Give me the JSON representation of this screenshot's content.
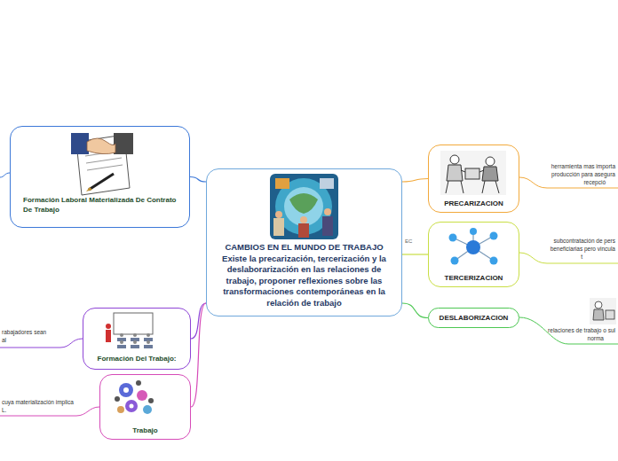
{
  "diagram": {
    "nodes": [
      {
        "text": [
          "CAMBIOS EN EL MUNDO DE TRABAJO",
          "Existe la precarización, tercerización y la deslaborarización en las relaciones de trabajo, proponer reflexiones sobre las transformaciones contemporáneas en la relación de trabajo"
        ]
      },
      {
        "text": [
          "Formación Laboral Materializada De Contrato De Trabajo"
        ]
      },
      {
        "text": [
          "Formación Del Trabajo:"
        ]
      },
      {
        "text": [
          "Trabajo"
        ]
      },
      {
        "text": [
          "PRECARIZACION"
        ]
      },
      {
        "text": [
          "TERCERIZACION"
        ]
      },
      {
        "text": [
          "DESLABORIZACION"
        ]
      }
    ],
    "edges": [
      {
        "from": 0,
        "to": 1,
        "arrow": "none"
      },
      {
        "from": 0,
        "to": 2,
        "arrow": "none"
      },
      {
        "from": 0,
        "to": 3,
        "arrow": "none"
      },
      {
        "from": 0,
        "to": 4,
        "arrow": "none"
      },
      {
        "from": 0,
        "to": 5,
        "arrow": "none"
      },
      {
        "from": 0,
        "to": 6,
        "arrow": "none"
      }
    ],
    "labels": [
      "EC",
      "herramienta mas importa",
      "producción para asegura",
      "recepció",
      "subcontratación de pers",
      "beneficiarias pero vincula",
      "t",
      "relaciones de trabajo o sul",
      "norma",
      "rabajadores sean",
      "al",
      "cuya materialización implica",
      "L."
    ]
  }
}
